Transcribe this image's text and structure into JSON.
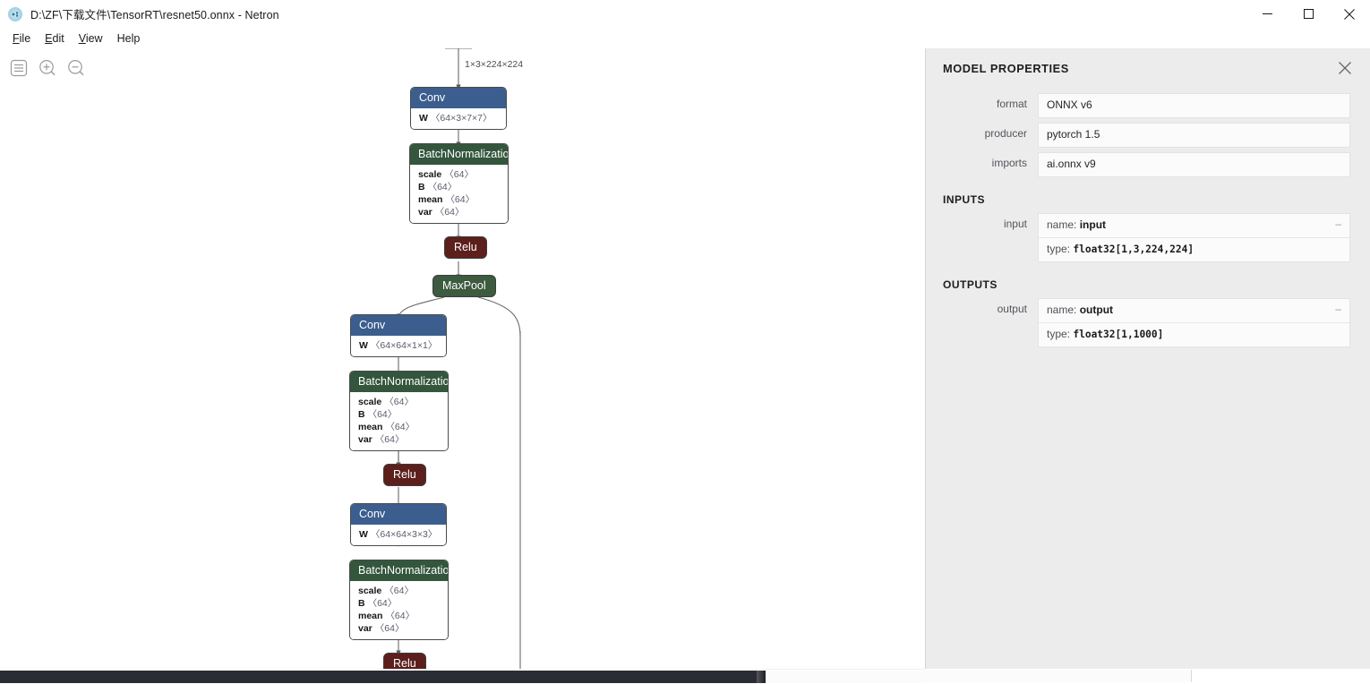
{
  "window": {
    "title": "D:\\ZF\\下载文件\\TensorRT\\resnet50.onnx - Netron",
    "app_icon": "netron-logo-icon",
    "minimize_label": "—",
    "maximize_label": "□",
    "close_label": "✕"
  },
  "menubar": {
    "items": [
      {
        "label": "File",
        "accel": "F"
      },
      {
        "label": "Edit",
        "accel": "E"
      },
      {
        "label": "View",
        "accel": "V"
      },
      {
        "label": "Help",
        "accel": "H"
      }
    ]
  },
  "toolbar": {
    "items": [
      {
        "name": "sidebar-toggle-icon",
        "tooltip": "Toggle Sidebar"
      },
      {
        "name": "zoom-in-icon",
        "tooltip": "Zoom In"
      },
      {
        "name": "zoom-out-icon",
        "tooltip": "Zoom Out"
      }
    ]
  },
  "graph": {
    "input_edge_label": "1×3×224×224",
    "nodes": [
      {
        "id": "conv1",
        "type": "Conv",
        "header_color": "#3c5e8e",
        "attributes": [
          {
            "name": "W",
            "dim": "〈64×3×7×7〉"
          }
        ]
      },
      {
        "id": "bn1",
        "type": "BatchNormalization",
        "header_color": "#33563d",
        "attributes": [
          {
            "name": "scale",
            "dim": "〈64〉"
          },
          {
            "name": "B",
            "dim": "〈64〉"
          },
          {
            "name": "mean",
            "dim": "〈64〉"
          },
          {
            "name": "var",
            "dim": "〈64〉"
          }
        ]
      },
      {
        "id": "relu1",
        "type": "Relu",
        "header_color": "#5c1f1c"
      },
      {
        "id": "maxpool1",
        "type": "MaxPool",
        "header_color": "#3c5b3f"
      },
      {
        "id": "conv2",
        "type": "Conv",
        "header_color": "#3c5e8e",
        "attributes": [
          {
            "name": "W",
            "dim": "〈64×64×1×1〉"
          }
        ]
      },
      {
        "id": "bn2",
        "type": "BatchNormalization",
        "header_color": "#33563d",
        "attributes": [
          {
            "name": "scale",
            "dim": "〈64〉"
          },
          {
            "name": "B",
            "dim": "〈64〉"
          },
          {
            "name": "mean",
            "dim": "〈64〉"
          },
          {
            "name": "var",
            "dim": "〈64〉"
          }
        ]
      },
      {
        "id": "relu2",
        "type": "Relu",
        "header_color": "#5c1f1c"
      },
      {
        "id": "conv3",
        "type": "Conv",
        "header_color": "#3c5e8e",
        "attributes": [
          {
            "name": "W",
            "dim": "〈64×64×3×3〉"
          }
        ]
      },
      {
        "id": "bn3",
        "type": "BatchNormalization",
        "header_color": "#33563d",
        "attributes": [
          {
            "name": "scale",
            "dim": "〈64〉"
          },
          {
            "name": "B",
            "dim": "〈64〉"
          },
          {
            "name": "mean",
            "dim": "〈64〉"
          },
          {
            "name": "var",
            "dim": "〈64〉"
          }
        ]
      },
      {
        "id": "relu3",
        "type": "Relu",
        "header_color": "#5c1f1c"
      }
    ]
  },
  "panel": {
    "title": "MODEL PROPERTIES",
    "close_icon": "close-icon",
    "properties": [
      {
        "label": "format",
        "value": "ONNX v6"
      },
      {
        "label": "producer",
        "value": "pytorch 1.5"
      },
      {
        "label": "imports",
        "value": "ai.onnx v9"
      }
    ],
    "inputs_section": "INPUTS",
    "inputs": [
      {
        "label": "input",
        "name_key": "name:",
        "name_value": "input",
        "type_key": "type:",
        "type_value": "float32[1,3,224,224]",
        "collapse_glyph": "–"
      }
    ],
    "outputs_section": "OUTPUTS",
    "outputs": [
      {
        "label": "output",
        "name_key": "name:",
        "name_value": "output",
        "type_key": "type:",
        "type_value": "float32[1,1000]",
        "collapse_glyph": "–"
      }
    ]
  }
}
